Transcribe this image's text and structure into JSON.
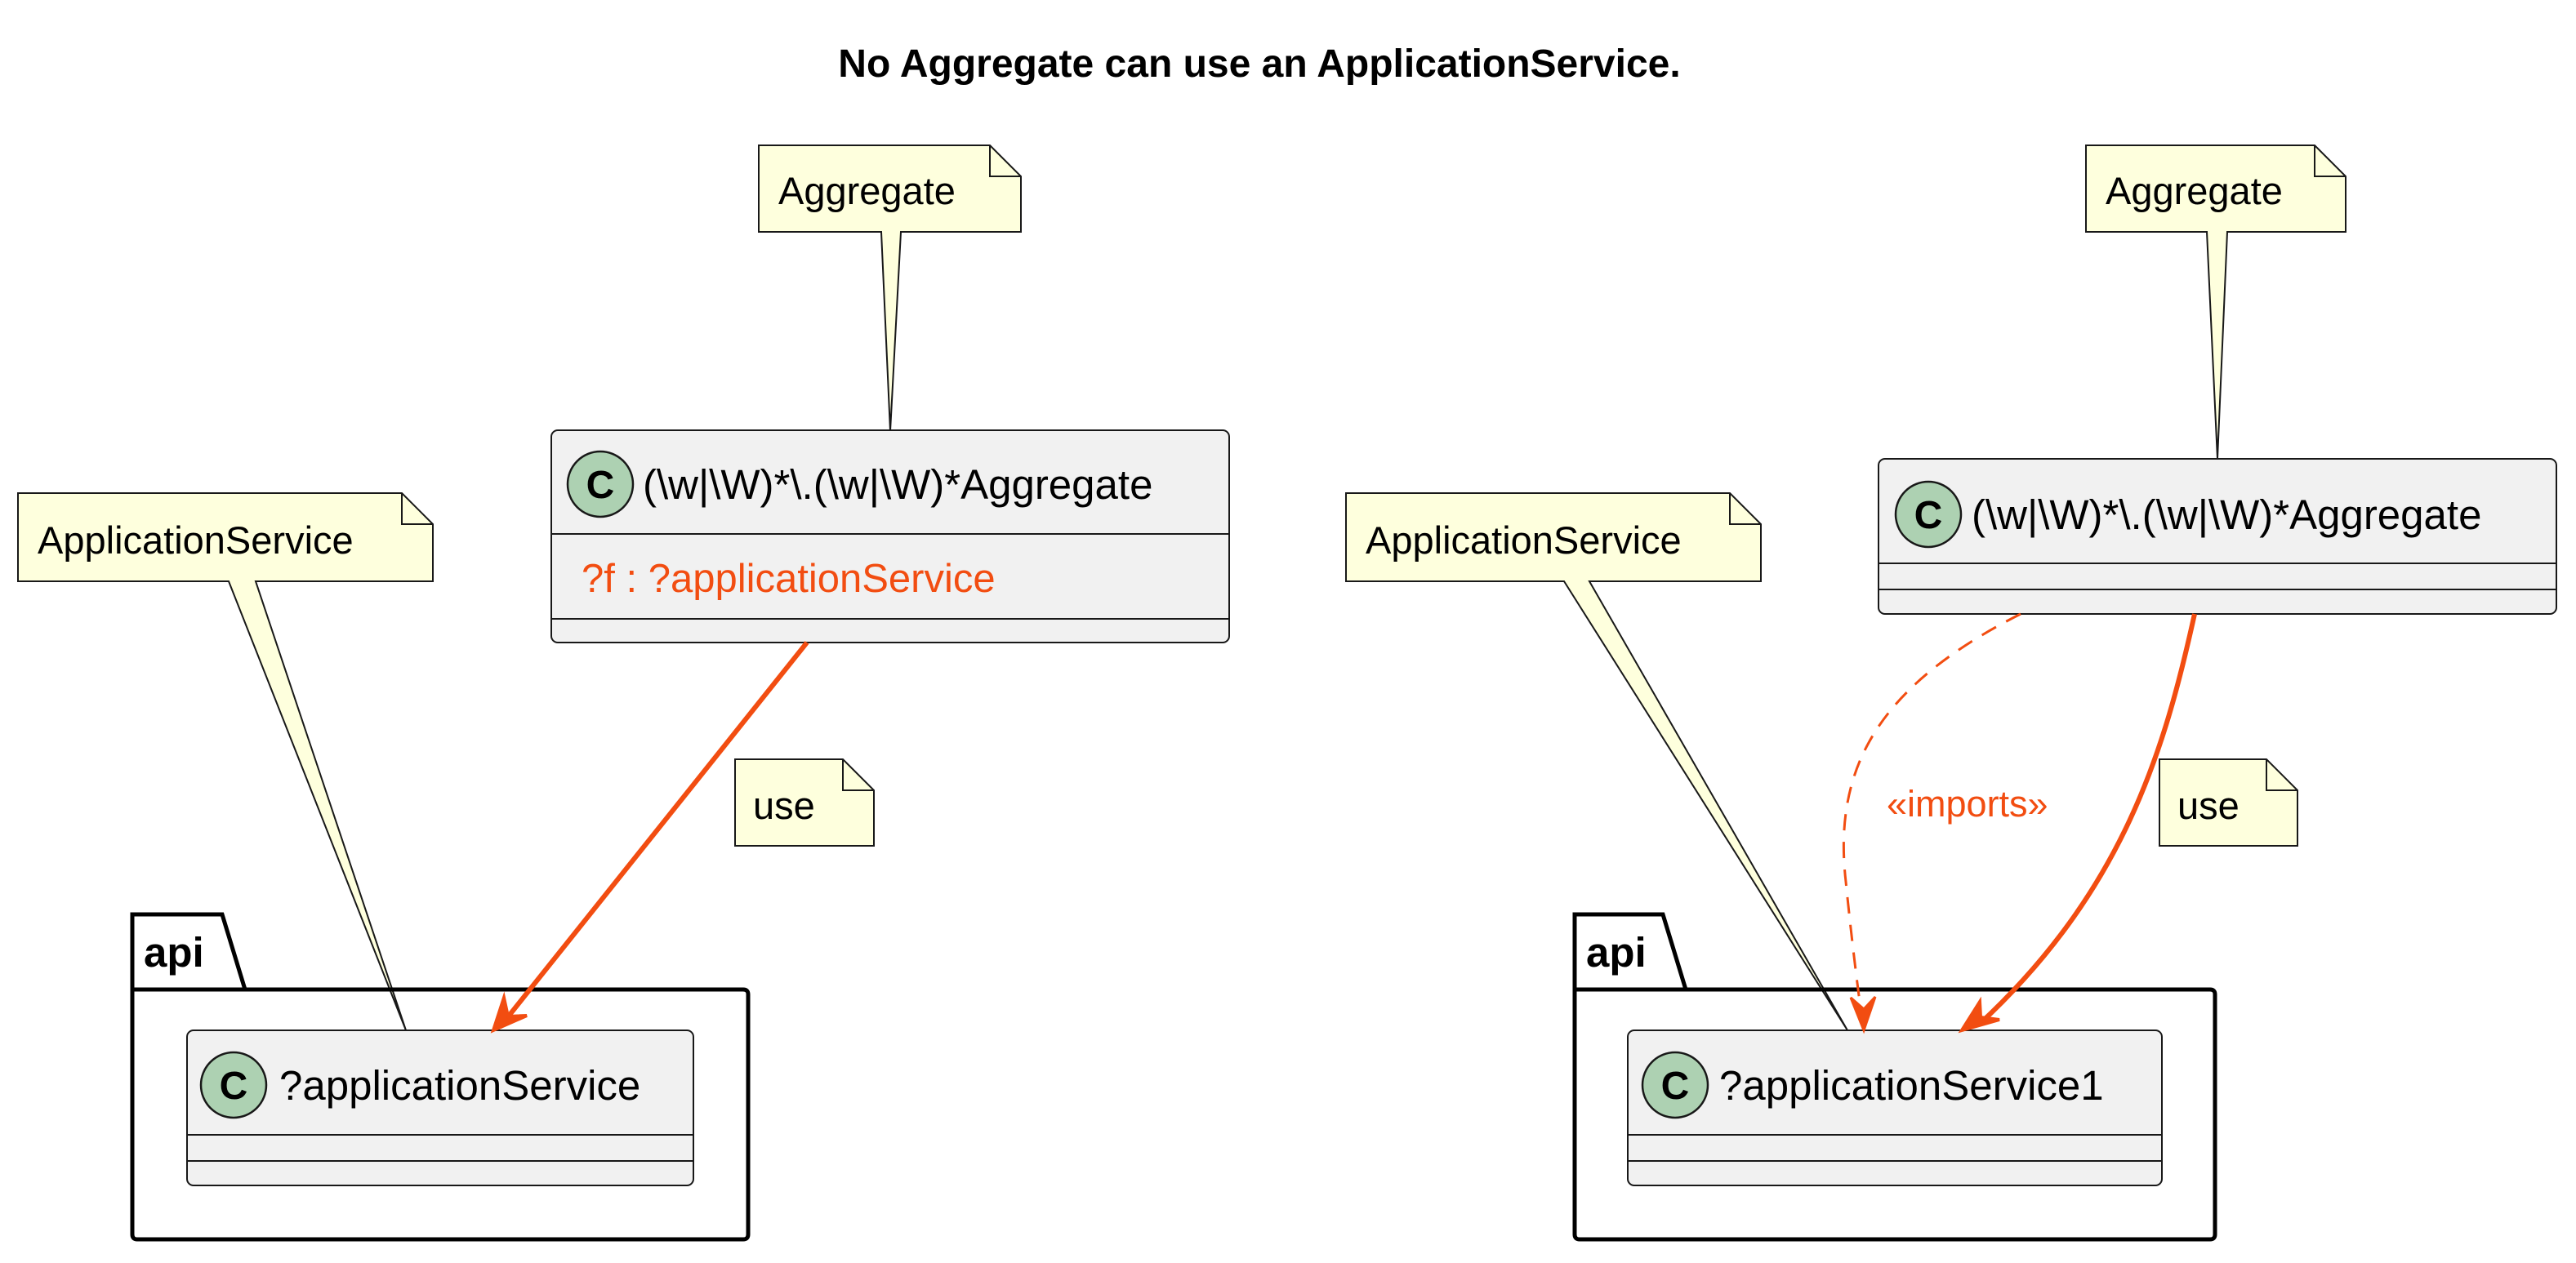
{
  "diagram": {
    "title": "No Aggregate can use an ApplicationService.",
    "left": {
      "note_aggregate": "Aggregate",
      "note_service": "ApplicationService",
      "note_use": "use",
      "aggregate_class": {
        "icon": "C",
        "name": "(\\w|\\W)*\\.(\\w|\\W)*Aggregate",
        "field": "?f : ?applicationService"
      },
      "package": {
        "name": "api",
        "class": {
          "icon": "C",
          "name": "?applicationService"
        }
      }
    },
    "right": {
      "note_aggregate": "Aggregate",
      "note_service": "ApplicationService",
      "note_use": "use",
      "imports_label": "«imports»",
      "aggregate_class": {
        "icon": "C",
        "name": "(\\w|\\W)*\\.(\\w|\\W)*Aggregate"
      },
      "package": {
        "name": "api",
        "class": {
          "icon": "C",
          "name": "?applicationService1"
        }
      }
    },
    "colors": {
      "note_fill": "#FEFFDD",
      "class_fill": "#F1F1F1",
      "icon_fill": "#ADD1B2",
      "arrow": "#F24D11"
    }
  }
}
